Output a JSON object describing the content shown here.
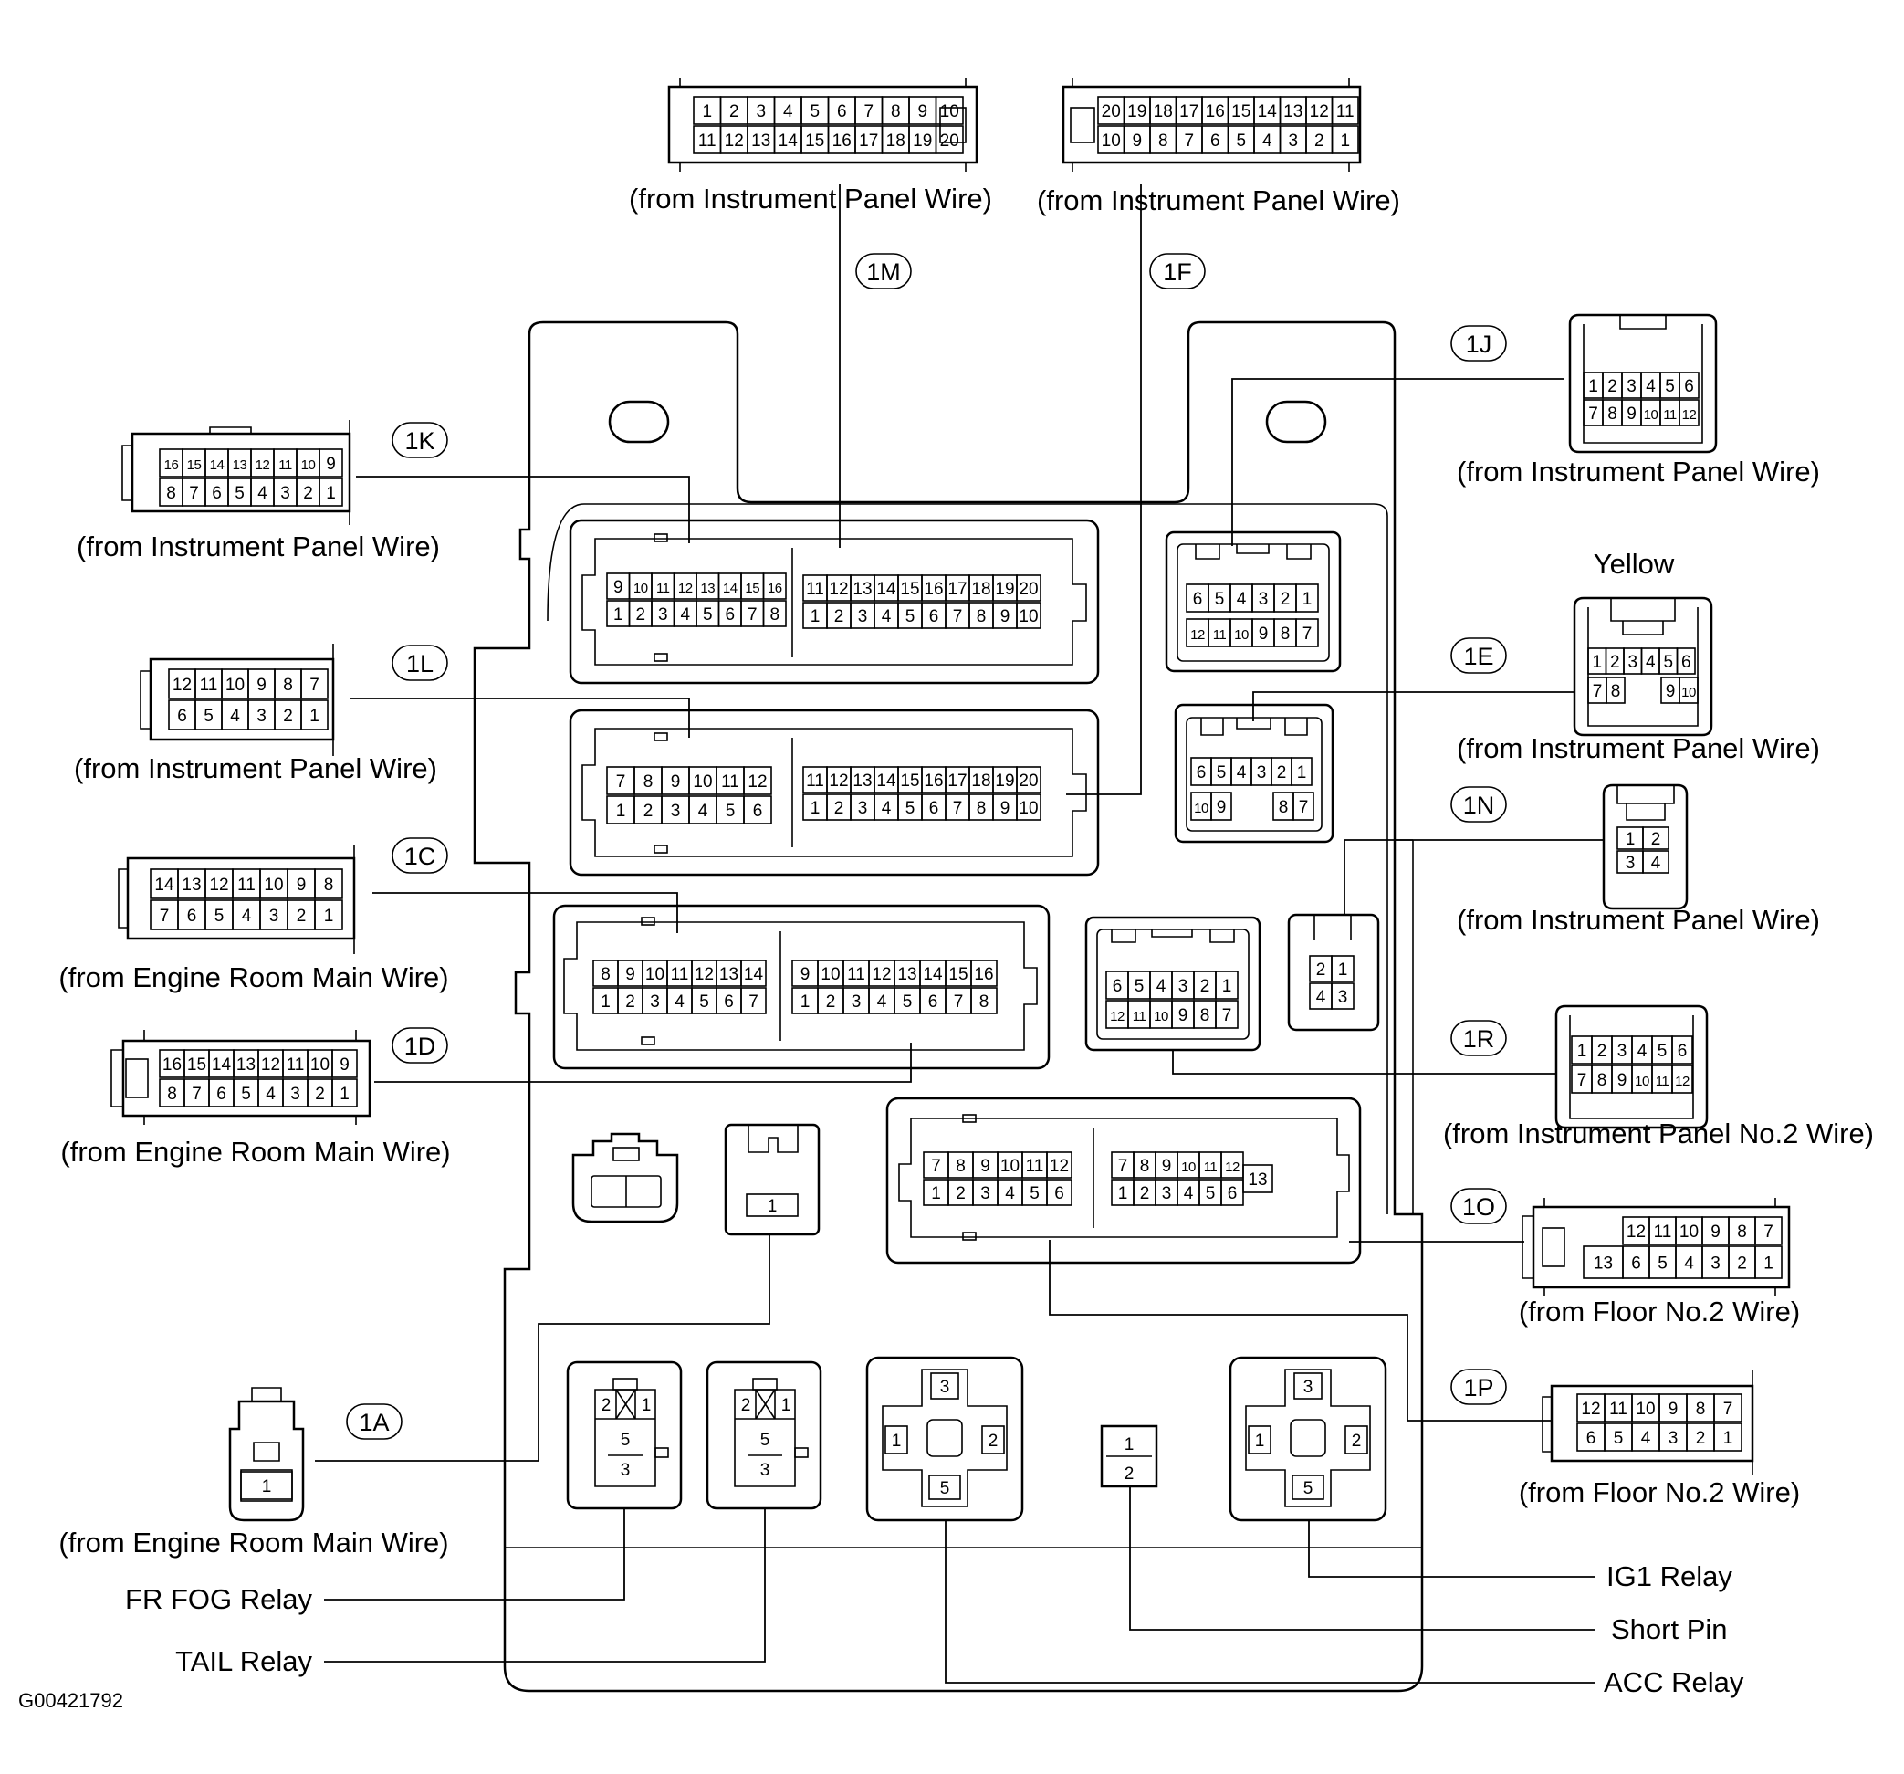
{
  "diagram_id": "G00421792",
  "colors": {
    "line": "#000000",
    "background": "#ffffff"
  },
  "connectors": {
    "1M": {
      "code": "1M",
      "source": "(from Instrument Panel Wire)",
      "pins_top": [
        "1",
        "2",
        "3",
        "4",
        "5",
        "6",
        "7",
        "8",
        "9",
        "10"
      ],
      "pins_bottom": [
        "11",
        "12",
        "13",
        "14",
        "15",
        "16",
        "17",
        "18",
        "19",
        "20"
      ]
    },
    "1F": {
      "code": "1F",
      "source": "(from Instrument Panel Wire)",
      "pins_top": [
        "20",
        "19",
        "18",
        "17",
        "16",
        "15",
        "14",
        "13",
        "12",
        "11"
      ],
      "pins_bottom": [
        "10",
        "9",
        "8",
        "7",
        "6",
        "5",
        "4",
        "3",
        "2",
        "1"
      ]
    },
    "1K": {
      "code": "1K",
      "source": "(from Instrument Panel Wire)",
      "pins_top": [
        "16",
        "15",
        "14",
        "13",
        "12",
        "11",
        "10",
        "9"
      ],
      "pins_bottom": [
        "8",
        "7",
        "6",
        "5",
        "4",
        "3",
        "2",
        "1"
      ]
    },
    "1L": {
      "code": "1L",
      "source": "(from Instrument Panel Wire)",
      "pins_top": [
        "12",
        "11",
        "10",
        "9",
        "8",
        "7"
      ],
      "pins_bottom": [
        "6",
        "5",
        "4",
        "3",
        "2",
        "1"
      ]
    },
    "1C": {
      "code": "1C",
      "source": "(from Engine Room Main Wire)",
      "pins_top": [
        "14",
        "13",
        "12",
        "11",
        "10",
        "9",
        "8"
      ],
      "pins_bottom": [
        "7",
        "6",
        "5",
        "4",
        "3",
        "2",
        "1"
      ]
    },
    "1D": {
      "code": "1D",
      "source": "(from Engine Room Main Wire)",
      "pins_top": [
        "16",
        "15",
        "14",
        "13",
        "12",
        "11",
        "10",
        "9"
      ],
      "pins_bottom": [
        "8",
        "7",
        "6",
        "5",
        "4",
        "3",
        "2",
        "1"
      ]
    },
    "1A": {
      "code": "1A",
      "source": "(from Engine Room Main Wire)",
      "pins_top": [
        "1"
      ],
      "pins_bottom": []
    },
    "1J": {
      "code": "1J",
      "source": "(from Instrument Panel Wire)",
      "pins_top": [
        "1",
        "2",
        "3",
        "4",
        "5",
        "6"
      ],
      "pins_bottom": [
        "7",
        "8",
        "9",
        "10",
        "11",
        "12"
      ]
    },
    "1E": {
      "code": "1E",
      "source": "(from Instrument Panel Wire)",
      "color_note": "Yellow",
      "pins_top": [
        "1",
        "2",
        "3",
        "4",
        "5",
        "6"
      ],
      "pins_bottom": [
        "7",
        "8",
        "9",
        "10"
      ]
    },
    "1N": {
      "code": "1N",
      "source": "(from Instrument Panel Wire)",
      "pins_top": [
        "1",
        "2"
      ],
      "pins_bottom": [
        "3",
        "4"
      ]
    },
    "1R": {
      "code": "1R",
      "source": "(from Instrument Panel No.2 Wire)",
      "pins_top": [
        "1",
        "2",
        "3",
        "4",
        "5",
        "6"
      ],
      "pins_bottom": [
        "7",
        "8",
        "9",
        "10",
        "11",
        "12"
      ]
    },
    "1O": {
      "code": "1O",
      "source": "(from Floor No.2 Wire)",
      "pins_top": [
        "12",
        "11",
        "10",
        "9",
        "8",
        "7"
      ],
      "pins_bottom": [
        "13",
        "6",
        "5",
        "4",
        "3",
        "2",
        "1"
      ]
    },
    "1P": {
      "code": "1P",
      "source": "(from Floor No.2 Wire)",
      "pins_top": [
        "12",
        "11",
        "10",
        "9",
        "8",
        "7"
      ],
      "pins_bottom": [
        "6",
        "5",
        "4",
        "3",
        "2",
        "1"
      ]
    }
  },
  "box_sockets": {
    "s1": {
      "top": [
        "9",
        "10",
        "11",
        "12",
        "13",
        "14",
        "15",
        "16"
      ],
      "bottom": [
        "1",
        "2",
        "3",
        "4",
        "5",
        "6",
        "7",
        "8"
      ]
    },
    "s2": {
      "top": [
        "11",
        "12",
        "13",
        "14",
        "15",
        "16",
        "17",
        "18",
        "19",
        "20"
      ],
      "bottom": [
        "1",
        "2",
        "3",
        "4",
        "5",
        "6",
        "7",
        "8",
        "9",
        "10"
      ]
    },
    "s3": {
      "top": [
        "7",
        "8",
        "9",
        "10",
        "11",
        "12"
      ],
      "bottom": [
        "1",
        "2",
        "3",
        "4",
        "5",
        "6"
      ]
    },
    "s4": {
      "top": [
        "11",
        "12",
        "13",
        "14",
        "15",
        "16",
        "17",
        "18",
        "19",
        "20"
      ],
      "bottom": [
        "1",
        "2",
        "3",
        "4",
        "5",
        "6",
        "7",
        "8",
        "9",
        "10"
      ]
    },
    "s5": {
      "top": [
        "8",
        "9",
        "10",
        "11",
        "12",
        "13",
        "14"
      ],
      "bottom": [
        "1",
        "2",
        "3",
        "4",
        "5",
        "6",
        "7"
      ]
    },
    "s6": {
      "top": [
        "9",
        "10",
        "11",
        "12",
        "13",
        "14",
        "15",
        "16"
      ],
      "bottom": [
        "1",
        "2",
        "3",
        "4",
        "5",
        "6",
        "7",
        "8"
      ]
    },
    "s7": {
      "top": [
        "6",
        "5",
        "4",
        "3",
        "2",
        "1"
      ],
      "bottom": [
        "12",
        "11",
        "10",
        "9",
        "8",
        "7"
      ]
    },
    "s8": {
      "top": [
        "6",
        "5",
        "4",
        "3",
        "2",
        "1"
      ],
      "bottom": [
        "10",
        "9",
        "8",
        "7"
      ]
    },
    "s9": {
      "top": [
        "6",
        "5",
        "4",
        "3",
        "2",
        "1"
      ],
      "bottom": [
        "12",
        "11",
        "10",
        "9",
        "8",
        "7"
      ]
    },
    "s10": {
      "top": [
        "2",
        "1"
      ],
      "bottom": [
        "4",
        "3"
      ]
    },
    "s11": {
      "top": [
        "7",
        "8",
        "9",
        "10",
        "11",
        "12"
      ],
      "bottom": [
        "1",
        "2",
        "3",
        "4",
        "5",
        "6"
      ]
    },
    "s12": {
      "top": [
        "7",
        "8",
        "9",
        "10",
        "11",
        "12"
      ],
      "bottom": [
        "1",
        "2",
        "3",
        "4",
        "5",
        "6"
      ],
      "extra": "13"
    },
    "s13": {
      "pin": "1"
    }
  },
  "relays": {
    "fr_fog": {
      "label": "FR FOG Relay",
      "pins": [
        "2",
        "1",
        "5",
        "3"
      ]
    },
    "tail": {
      "label": "TAIL Relay",
      "pins": [
        "2",
        "1",
        "5",
        "3"
      ]
    },
    "acc": {
      "label": "ACC Relay",
      "pins": [
        "3",
        "1",
        "2",
        "5"
      ]
    },
    "ig1": {
      "label": "IG1 Relay",
      "pins": [
        "3",
        "1",
        "2",
        "5"
      ]
    },
    "short_pin": {
      "label": "Short Pin",
      "pins": [
        "1",
        "2"
      ]
    }
  }
}
